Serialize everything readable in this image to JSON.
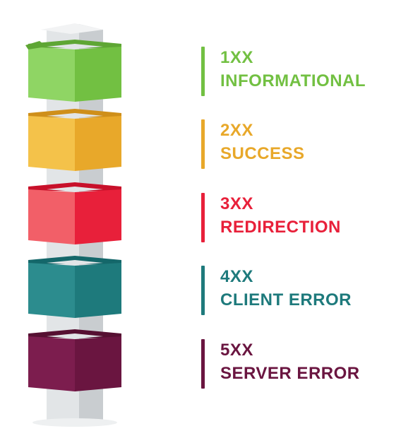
{
  "categories": [
    {
      "code": "1XX",
      "label": "INFORMATIONAL",
      "color": "#72c042",
      "light": "#8fd564",
      "dark": "#5ea634"
    },
    {
      "code": "2XX",
      "label": "SUCCESS",
      "color": "#e8a82a",
      "light": "#f4c24a",
      "dark": "#cf8f1a"
    },
    {
      "code": "3XX",
      "label": "REDIRECTION",
      "color": "#e8203a",
      "light": "#f25f68",
      "dark": "#c8102a"
    },
    {
      "code": "4XX",
      "label": "CLIENT ERROR",
      "color": "#1e7a7c",
      "light": "#2c8c8e",
      "dark": "#14676a"
    },
    {
      "code": "5XX",
      "label": "SERVER ERROR",
      "color": "#6a1540",
      "light": "#7c1d4e",
      "dark": "#561032"
    }
  ],
  "colors": {
    "pillar": "#e2e5e7",
    "pillar_shadow": "#c9cdd0",
    "pillar_top": "#f2f3f4"
  }
}
